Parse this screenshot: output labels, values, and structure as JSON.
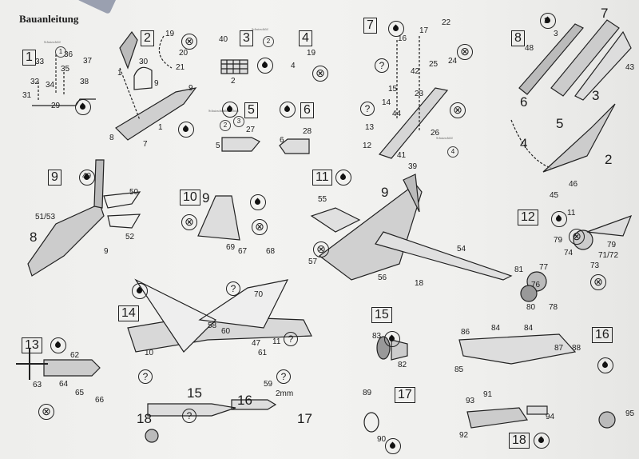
{
  "title": "Bauanleitung",
  "shield_label": "Schutzschild",
  "dimension_note": "2mm",
  "steps": [
    {
      "n": "1",
      "parts": [
        "33",
        "36",
        "37",
        "35",
        "32",
        "34",
        "38",
        "31",
        "29"
      ]
    },
    {
      "n": "2",
      "parts": [
        "19",
        "20",
        "21",
        "30",
        "1",
        "9",
        "9",
        "1",
        "8",
        "7"
      ]
    },
    {
      "n": "3",
      "parts": [
        "40",
        "2"
      ]
    },
    {
      "n": "4",
      "parts": [
        "19",
        "4"
      ]
    },
    {
      "n": "5",
      "parts": [
        "5",
        "27"
      ]
    },
    {
      "n": "6",
      "parts": [
        "6",
        "28"
      ]
    },
    {
      "n": "7",
      "parts": [
        "16",
        "17",
        "22",
        "24",
        "25",
        "42",
        "15",
        "23",
        "14",
        "44",
        "13",
        "12",
        "41",
        "26",
        "39"
      ]
    },
    {
      "n": "8",
      "parts": [
        "3",
        "3",
        "48",
        "7",
        "43",
        "3",
        "6",
        "5",
        "4",
        "2",
        "46",
        "45"
      ]
    },
    {
      "n": "9",
      "parts": [
        "49",
        "51/53",
        "50",
        "52",
        "8",
        "9"
      ]
    },
    {
      "n": "10",
      "parts": [
        "9",
        "69",
        "67",
        "68"
      ]
    },
    {
      "n": "11",
      "parts": [
        "9",
        "55",
        "54",
        "57",
        "56",
        "18"
      ]
    },
    {
      "n": "12",
      "parts": [
        "11",
        "79",
        "79",
        "71/72",
        "74",
        "77",
        "81",
        "73",
        "76",
        "80",
        "78"
      ]
    },
    {
      "n": "13",
      "parts": [
        "62",
        "63",
        "64",
        "65",
        "66"
      ]
    },
    {
      "n": "14",
      "parts": [
        "70",
        "58",
        "60",
        "47",
        "11",
        "61",
        "10",
        "59",
        "15",
        "16",
        "17",
        "18"
      ]
    },
    {
      "n": "15",
      "parts": [
        "83",
        "82"
      ]
    },
    {
      "n": "16",
      "parts": [
        "86",
        "84",
        "84",
        "87",
        "88",
        "85"
      ]
    },
    {
      "n": "17",
      "parts": [
        "89",
        "90"
      ]
    },
    {
      "n": "18",
      "parts": [
        "93",
        "91",
        "92",
        "94",
        "95"
      ]
    }
  ],
  "shield_numbers": [
    "1",
    "2",
    "2",
    "3",
    "4"
  ],
  "icons": {
    "paint": "paint-drop-icon",
    "no_glue": "no-glue-icon",
    "optional": "question-icon"
  },
  "question_mark": "?",
  "no_glue_glyph": "⊗"
}
